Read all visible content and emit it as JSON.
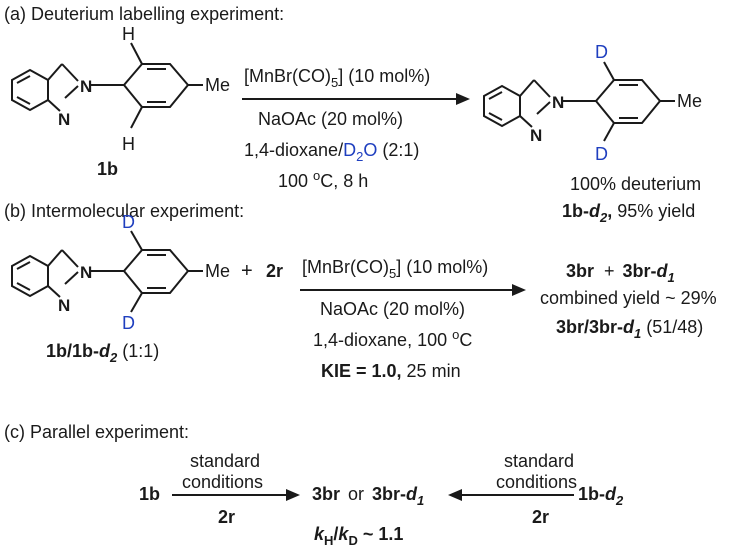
{
  "section_a": {
    "heading": "(a) Deuterium labelling experiment:",
    "reactant_label": "1b",
    "reactant_h_top": "H",
    "reactant_h_bottom": "H",
    "reactant_n1": "N",
    "reactant_n2": "N",
    "reactant_me": "Me",
    "catalyst": "[MnBr(CO)",
    "catalyst_sub": "5",
    "catalyst_tail": "] (10 mol%)",
    "base": "NaOAc (20 mol%)",
    "solvent_pre": "1,4-dioxane/",
    "solvent_d": "D",
    "solvent_sub": "2",
    "solvent_o": "O",
    "solvent_post": " (2:1)",
    "conditions_temp": "100 ",
    "conditions_sup": "o",
    "conditions_tail": "C, 8 h",
    "product_d_top": "D",
    "product_d_bottom": "D",
    "product_n1": "N",
    "product_n2": "N",
    "product_me": "Me",
    "result_1": "100% deuterium",
    "result_2_a": "1b-",
    "result_2_b": "d",
    "result_2_sub": "2",
    "result_2_c": ",",
    "result_2_d": " 95% yield"
  },
  "section_b": {
    "heading": "(b) Intermolecular experiment:",
    "reactant_d_top": "D",
    "reactant_d_bottom": "D",
    "reactant_n1": "N",
    "reactant_n2": "N",
    "reactant_me": "Me",
    "plus": "+",
    "partner": "2r",
    "reactant_label_a": "1b/1b-",
    "reactant_label_b": "d",
    "reactant_label_sub": "2",
    "reactant_label_c": " (1:1)",
    "catalyst": "[MnBr(CO)",
    "catalyst_sub": "5",
    "catalyst_tail": "] (10 mol%)",
    "base": "NaOAc (20 mol%)",
    "conditions": "1,4-dioxane, 100 ",
    "conditions_sup": "o",
    "conditions_tail": "C",
    "kie_bold": "KIE = 1.0,",
    "kie_time": " 25 min",
    "prod_a": "3br",
    "prod_plus": "+",
    "prod_b": "3br-",
    "prod_b_d": "d",
    "prod_b_sub": "1",
    "combined": "combined yield ~ 29%",
    "ratio_a": "3br/3br-",
    "ratio_d": "d",
    "ratio_sub": "1",
    "ratio_tail": " (51/48)"
  },
  "section_c": {
    "heading": "(c) Parallel experiment:",
    "left_sm": "1b",
    "left_top_1": "standard",
    "left_top_2": "conditions",
    "left_bottom": "2r",
    "product_a": "3br",
    "or": "or",
    "product_b": "3br-",
    "product_b_d": "d",
    "product_b_sub": "1",
    "right_top_1": "standard",
    "right_top_2": "conditions",
    "right_bottom": "2r",
    "right_sm_a": "1b-",
    "right_sm_b": "d",
    "right_sm_sub": "2",
    "kh": "k",
    "kh_sub": "H",
    "slash": "/",
    "kd": "k",
    "kd_sub": "D",
    "kh_tail": " ~ 1.1"
  }
}
